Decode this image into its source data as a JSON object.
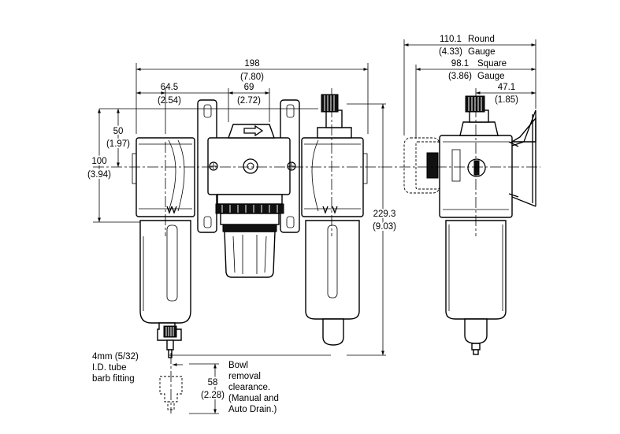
{
  "dimensions": {
    "overall_width": {
      "mm": "198",
      "in": "(7.80)"
    },
    "filter_to_center": {
      "mm": "64.5",
      "in": "(2.54)"
    },
    "mount_spacing": {
      "mm": "69",
      "in": "(2.72)"
    },
    "top_to_center": {
      "mm": "50",
      "in": "(1.97)"
    },
    "body_height": {
      "mm": "100",
      "in": "(3.94)"
    },
    "overall_height": {
      "mm": "229.3",
      "in": "(9.03)"
    },
    "round_gauge": {
      "mm": "110.1",
      "label": "Round",
      "in": "(4.33)",
      "label2": "Gauge"
    },
    "square_gauge": {
      "mm": "98.1",
      "label": "Square",
      "in": "(3.86)",
      "label2": "Gauge"
    },
    "bracket_offset": {
      "mm": "47.1",
      "in": "(1.85)"
    },
    "bowl_clearance": {
      "mm": "58",
      "in": "(2.28)"
    }
  },
  "notes": {
    "drain_fitting": [
      "4mm (5/32)",
      "I.D. tube",
      "barb fitting"
    ],
    "bowl_removal": [
      "Bowl",
      "removal",
      "clearance.",
      "(Manual and",
      "Auto Drain.)"
    ]
  }
}
